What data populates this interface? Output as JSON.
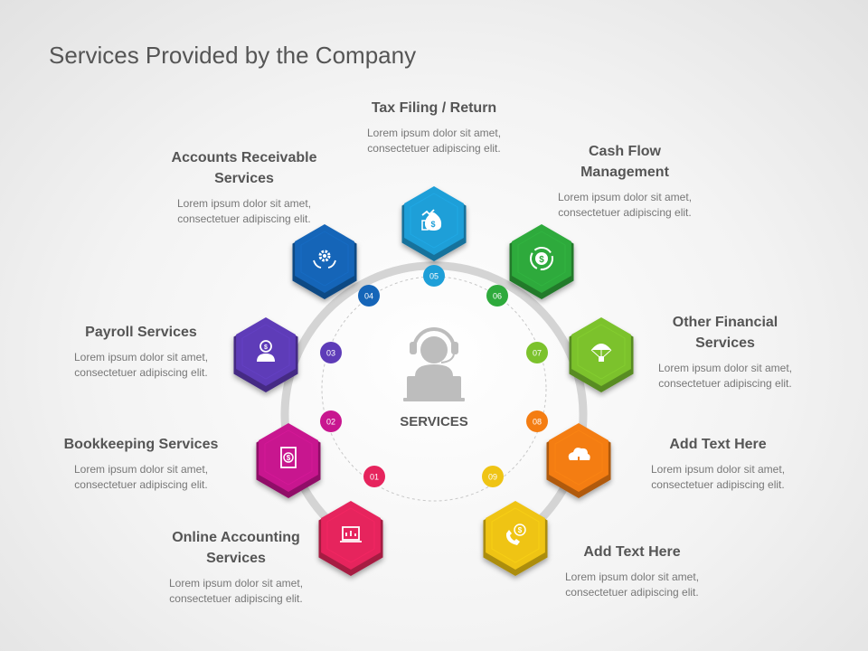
{
  "title": "Services Provided by the Company",
  "center": {
    "label": "SERVICES",
    "icon": "support-agent-icon"
  },
  "services": [
    {
      "num": "01",
      "heading": "Online Accounting\nServices",
      "desc": "Lorem ipsum dolor sit amet,\nconsectetuer adipiscing elit.",
      "color": "#e6245d",
      "icon": "laptop-chart-icon"
    },
    {
      "num": "02",
      "heading": "Bookkeeping Services",
      "desc": "Lorem ipsum dolor sit amet,\nconsectetuer adipiscing elit.",
      "color": "#c8168f",
      "icon": "ledger-book-icon"
    },
    {
      "num": "03",
      "heading": "Payroll Services",
      "desc": "Lorem ipsum dolor sit amet,\nconsectetuer adipiscing elit.",
      "color": "#5e3cb8",
      "icon": "employee-pay-icon"
    },
    {
      "num": "04",
      "heading": "Accounts Receivable\nServices",
      "desc": "Lorem ipsum dolor sit amet,\nconsectetuer adipiscing elit.",
      "color": "#1565b8",
      "icon": "hand-gear-icon"
    },
    {
      "num": "05",
      "heading": "Tax Filing / Return",
      "desc": "Lorem ipsum dolor sit amet,\nconsectetuer adipiscing elit.",
      "color": "#1e9fd8",
      "icon": "money-bag-icon"
    },
    {
      "num": "06",
      "heading": "Cash Flow\nManagement",
      "desc": "Lorem ipsum dolor sit amet,\nconsectetuer adipiscing elit.",
      "color": "#2eaa3c",
      "icon": "cash-cycle-icon"
    },
    {
      "num": "07",
      "heading": "Other Financial\nServices",
      "desc": "Lorem ipsum dolor sit amet,\nconsectetuer adipiscing elit.",
      "color": "#7cc22c",
      "icon": "parachute-money-icon"
    },
    {
      "num": "08",
      "heading": "Add Text Here",
      "desc": "Lorem ipsum dolor sit amet,\nconsectetuer adipiscing elit.",
      "color": "#f47d12",
      "icon": "cloud-download-icon"
    },
    {
      "num": "09",
      "heading": "Add Text Here",
      "desc": "Lorem ipsum dolor sit amet,\nconsectetuer adipiscing elit.",
      "color": "#efc414",
      "icon": "phone-dollar-icon"
    }
  ]
}
